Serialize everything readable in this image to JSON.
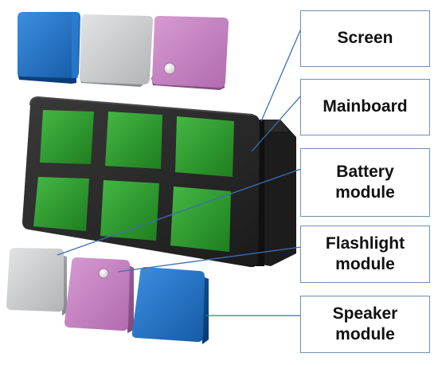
{
  "labels": {
    "screen": "Screen",
    "mainboard": "Mainboard",
    "battery_line1": "Battery",
    "battery_line2": "module",
    "flashlight_line1": "Flashlight",
    "flashlight_line2": "module",
    "speaker_line1": "Speaker",
    "speaker_line2": "module"
  },
  "colors": {
    "module_blue": "#1f6fc0",
    "module_gray": "#c4c6c8",
    "module_purple": "#c07fbf",
    "screen_green": "#2e9c2e",
    "frame_black": "#222222",
    "leader_line": "#3b6fb5",
    "box_border": "#6f8fb5"
  },
  "icons": {
    "top_purple_button": "button-dot-icon",
    "bottom_purple_button": "button-dot-icon"
  }
}
